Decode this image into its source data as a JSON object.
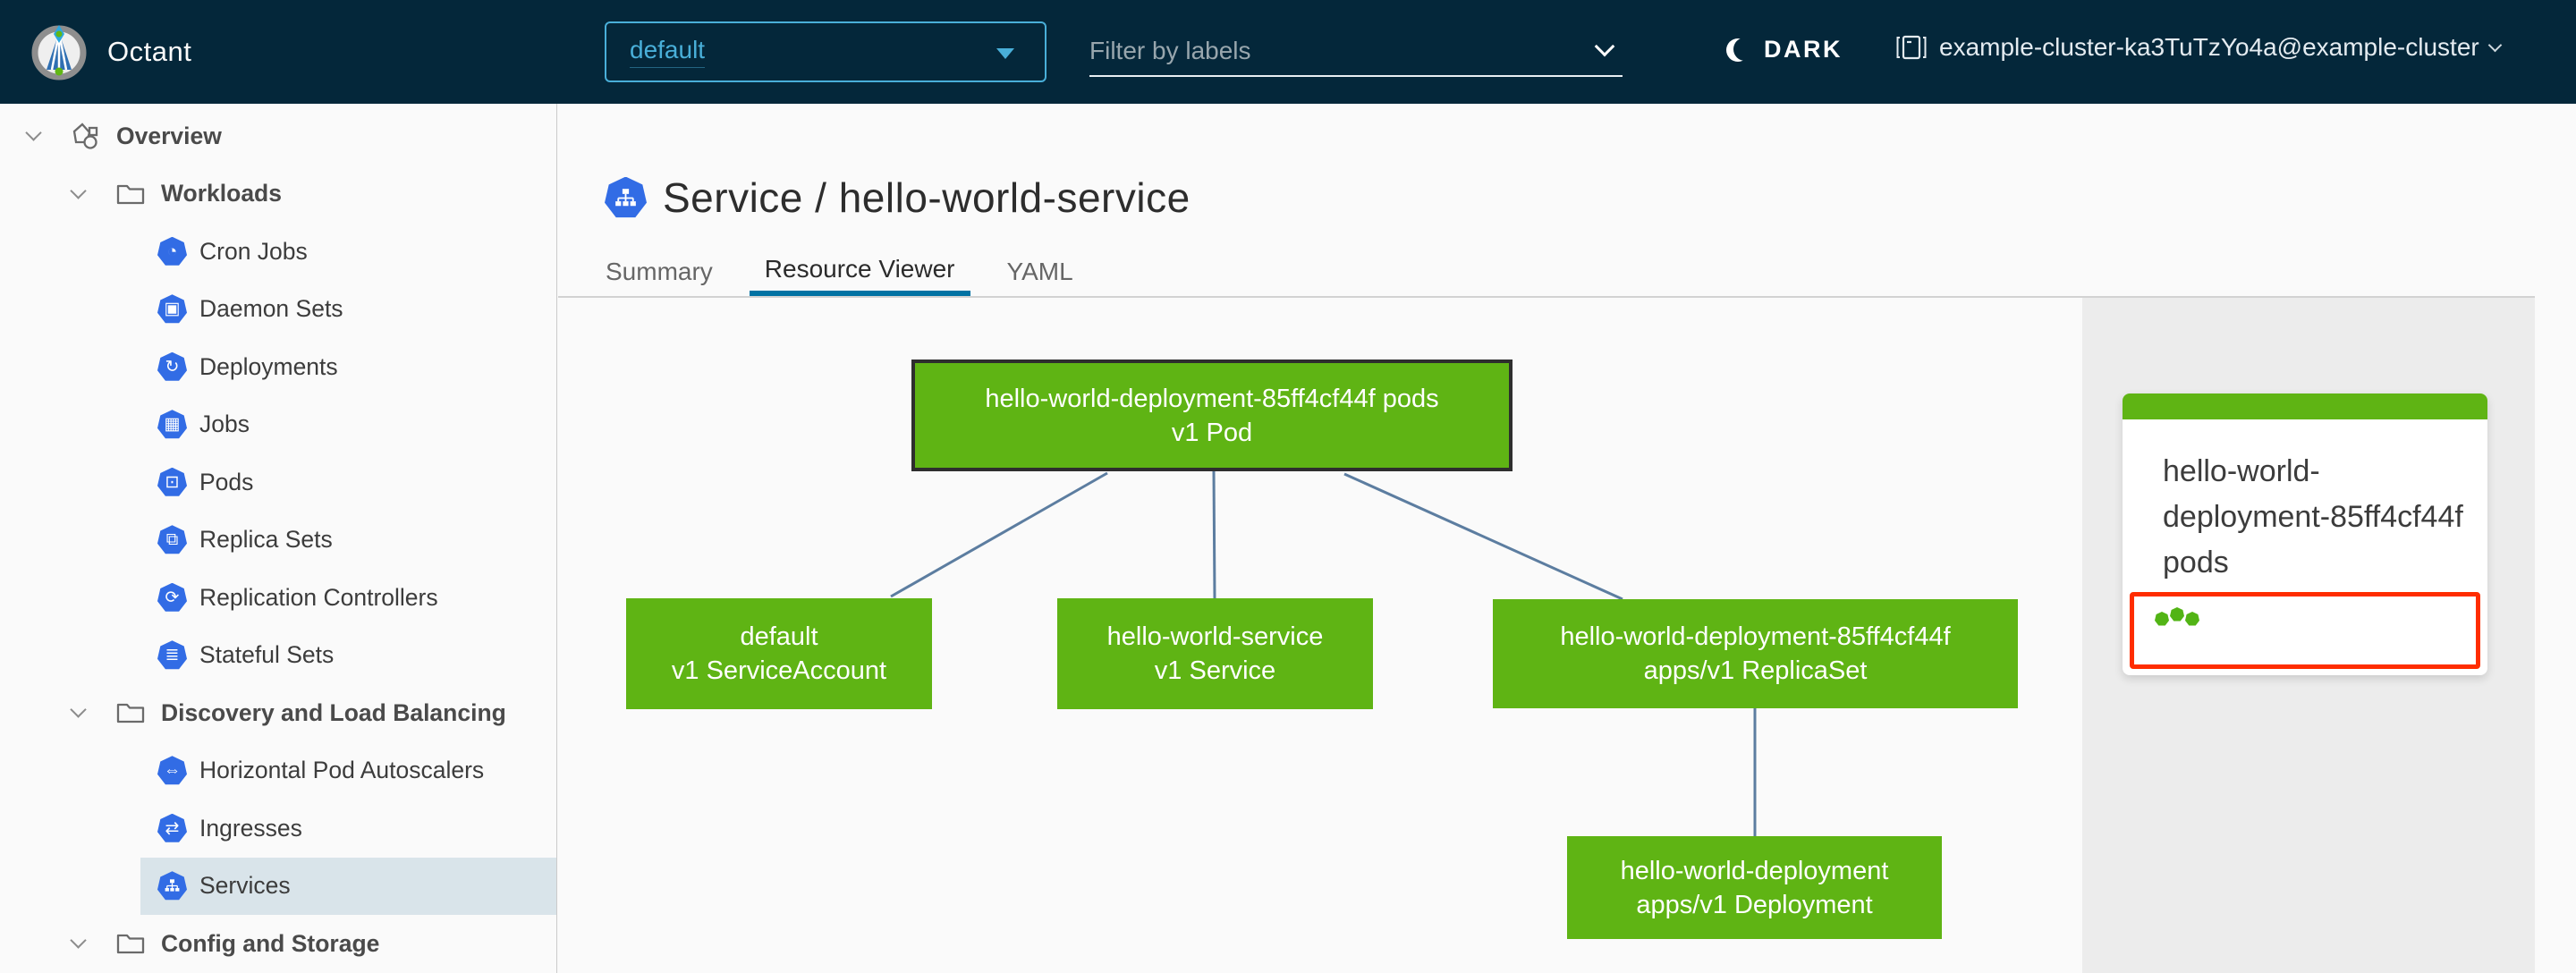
{
  "header": {
    "app_name": "Octant",
    "namespace_selector": {
      "value": "default"
    },
    "filter": {
      "placeholder": "Filter by labels"
    },
    "theme_toggle_label": "DARK",
    "cluster": "example-cluster-ka3TuTzYo4a@example-cluster"
  },
  "sidebar": {
    "items": [
      {
        "label": "Overview",
        "level": 0,
        "type": "group",
        "icon": "objects-icon",
        "chevron": true
      },
      {
        "label": "Workloads",
        "level": 1,
        "type": "group",
        "icon": "folder-icon",
        "chevron": true
      },
      {
        "label": "Cron Jobs",
        "level": 2,
        "icon": "cron-jobs-icon",
        "glyph": "◔"
      },
      {
        "label": "Daemon Sets",
        "level": 2,
        "icon": "daemon-sets-icon",
        "glyph": "▣"
      },
      {
        "label": "Deployments",
        "level": 2,
        "icon": "deployments-icon",
        "glyph": "↻"
      },
      {
        "label": "Jobs",
        "level": 2,
        "icon": "jobs-icon",
        "glyph": "▦"
      },
      {
        "label": "Pods",
        "level": 2,
        "icon": "pods-icon",
        "glyph": "⊡"
      },
      {
        "label": "Replica Sets",
        "level": 2,
        "icon": "replica-sets-icon",
        "glyph": "⧉"
      },
      {
        "label": "Replication Controllers",
        "level": 2,
        "icon": "replication-controllers-icon",
        "glyph": "⟳"
      },
      {
        "label": "Stateful Sets",
        "level": 2,
        "icon": "stateful-sets-icon",
        "glyph": "≣"
      },
      {
        "label": "Discovery and Load Balancing",
        "level": 1,
        "type": "group",
        "icon": "folder-icon",
        "chevron": true
      },
      {
        "label": "Horizontal Pod Autoscalers",
        "level": 2,
        "icon": "horizontal-pod-autoscalers-icon",
        "glyph": "⇔"
      },
      {
        "label": "Ingresses",
        "level": 2,
        "icon": "ingresses-icon",
        "glyph": "⇄"
      },
      {
        "label": "Services",
        "level": 2,
        "icon": "services-icon",
        "glyph": "SVC_TREE",
        "selected": true
      },
      {
        "label": "Config and Storage",
        "level": 1,
        "type": "group",
        "icon": "folder-icon",
        "chevron": true
      }
    ]
  },
  "main": {
    "title": "Service / hello-world-service",
    "title_icon": "service-icon",
    "tabs": [
      {
        "label": "Summary",
        "active": false
      },
      {
        "label": "Resource Viewer",
        "active": true
      },
      {
        "label": "YAML",
        "active": false
      }
    ],
    "graph": {
      "nodes": [
        {
          "id": "pod",
          "name": "hello-world-deployment-85ff4cf44f pods",
          "kind": "v1 Pod",
          "status": "ok",
          "selected": true
        },
        {
          "id": "service-account",
          "name": "default",
          "kind": "v1 ServiceAccount",
          "status": "ok"
        },
        {
          "id": "service",
          "name": "hello-world-service",
          "kind": "v1 Service",
          "status": "ok"
        },
        {
          "id": "replica-set",
          "name": "hello-world-deployment-85ff4cf44f",
          "kind": "apps/v1 ReplicaSet",
          "status": "ok"
        },
        {
          "id": "deployment",
          "name": "hello-world-deployment",
          "kind": "apps/v1 Deployment",
          "status": "ok"
        }
      ],
      "edges": [
        [
          "pod",
          "service-account"
        ],
        [
          "pod",
          "service"
        ],
        [
          "pod",
          "replica-set"
        ],
        [
          "replica-set",
          "deployment"
        ]
      ]
    },
    "side_card": {
      "title": "hello-world-deployment-85ff4cf44f pods",
      "pod_count": 3
    }
  },
  "colors": {
    "header_bg": "#04273a",
    "accent_blue": "#49afd9",
    "k8s_blue": "#326ce5",
    "node_green": "#5fb414",
    "selection_red": "#ff2d00",
    "tab_underline": "#0072a3",
    "edge_line": "#5c7da0",
    "sidebar_selected_bg": "#d9e4ea",
    "panel_bg": "#ececec"
  }
}
